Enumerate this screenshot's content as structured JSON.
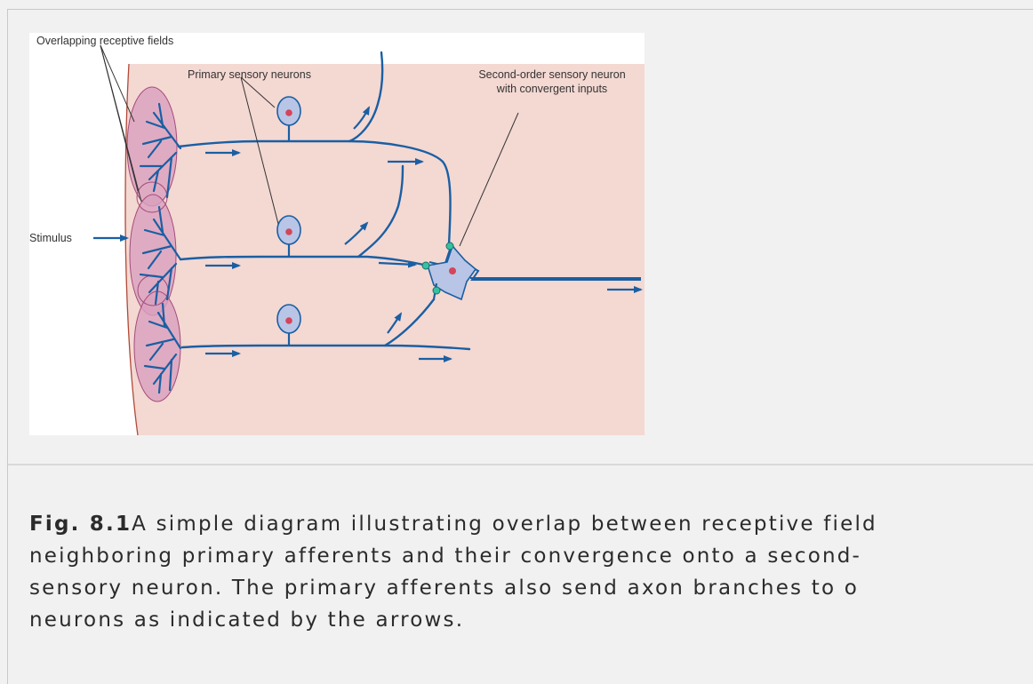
{
  "figure": {
    "labels": {
      "overlapping": "Overlapping receptive fields",
      "primary": "Primary sensory neurons",
      "second_line1": "Second-order sensory neuron",
      "second_line2": "with convergent inputs",
      "stimulus": "Stimulus"
    },
    "colors": {
      "background": "#f4d8d2",
      "receptive_field": "#d9a0bf",
      "nerve": "#1a5fa3",
      "soma": "#b9c5e6",
      "nucleus": "#d4455a",
      "synapse": "#36c0a4"
    }
  },
  "caption": {
    "fig_label": "Fig. 8.1",
    "line1": "A simple diagram illustrating overlap between receptive field",
    "line2": "neighboring primary afferents and their convergence onto a second-",
    "line3": "sensory neuron. The primary afferents also send axon branches to o",
    "line4": "neurons as indicated by the arrows."
  }
}
